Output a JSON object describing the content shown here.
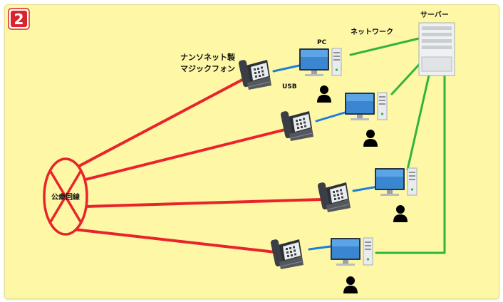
{
  "badge": {
    "number": "2"
  },
  "labels": {
    "phone_title_line1": "ナンソネット製",
    "phone_title_line2": "マジックフォン",
    "usb": "USB",
    "pc": "PC",
    "network": "ネットワーク",
    "server": "サーバー",
    "public_line": "公衆回線"
  },
  "colors": {
    "background": "#fdf7a6",
    "phone_line": "#e8242a",
    "usb_link": "#1e7fd8",
    "network_link": "#32b43c",
    "badge": "#d8252b"
  },
  "icons": {
    "badge": "number-badge-icon",
    "phone": "telephone-icon",
    "pc": "desktop-computer-icon",
    "user": "person-icon",
    "server": "server-tower-icon",
    "public_line": "crossed-circle-icon"
  }
}
